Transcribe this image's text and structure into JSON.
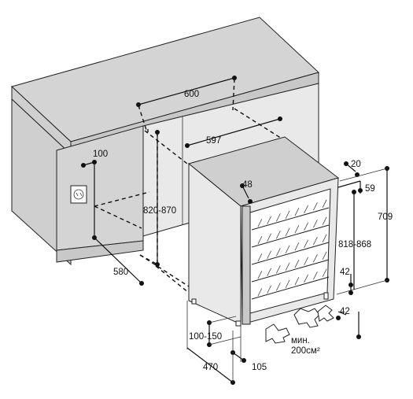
{
  "dimensions": {
    "width_top": "600",
    "width_inner": "597",
    "side_offset": "100",
    "height_range": "820-870",
    "depth": "580",
    "top_gap": "20",
    "door_gap": "48",
    "top_margin": "59",
    "total_height": "709",
    "body_height_range": "818-868",
    "lower_gap_1": "42",
    "lower_gap_2": "42",
    "plinth_range": "100-150",
    "depth_bottom": "470",
    "plinth_offset": "105"
  },
  "ventilation": {
    "label_line1": "мин.",
    "label_line2": "200см²"
  }
}
